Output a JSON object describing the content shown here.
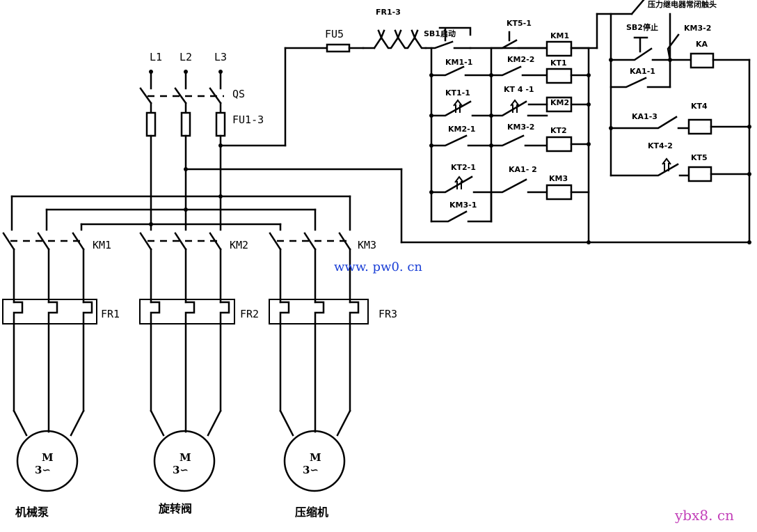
{
  "phases": {
    "l1": "L1",
    "l2": "L2",
    "l3": "L3"
  },
  "main_switch": "QS",
  "main_fuses": "FU1-3",
  "control_fuse": "FU5",
  "thermal_series_contacts": "FR1-3",
  "start_button": "SB1启动",
  "stop_button": "SB2停止",
  "pressure_relay": "压力继电器常闭触头",
  "contactors": {
    "km1": "KM1",
    "km2": "KM2",
    "km3": "KM3"
  },
  "thermal_relays": {
    "fr1": "FR1",
    "fr2": "FR2",
    "fr3": "FR3"
  },
  "motor_symbol": {
    "m": "M",
    "phase": "3∽"
  },
  "motor_names": {
    "pump": "机械泵",
    "valve": "旋转阀",
    "compressor": "压缩机"
  },
  "control_contacts": {
    "kt5_1": "KT5-1",
    "km1_1": "KM1-1",
    "km2_2": "KM2-2",
    "kt1_1": "KT1-1",
    "kt4_1": "KT 4 -1",
    "km2_1": "KM2-1",
    "km3_2": "KM3-2",
    "kt2_1": "KT2-1",
    "ka1_2": "KA1- 2",
    "km3_1": "KM3-1",
    "ka1_1": "KA1-1",
    "ka1_3": "KA1-3",
    "kt4_2": "KT4-2",
    "km3_2b": "KM3-2"
  },
  "coils": {
    "km1": "KM1",
    "kt1": "KT1",
    "km2": "KM2",
    "kt2": "KT2",
    "km3": "KM3",
    "ka": "KA",
    "kt4": "KT4",
    "kt5": "KT5"
  },
  "watermarks": {
    "left": "www. pw0. cn",
    "right": "ybx8. cn"
  }
}
